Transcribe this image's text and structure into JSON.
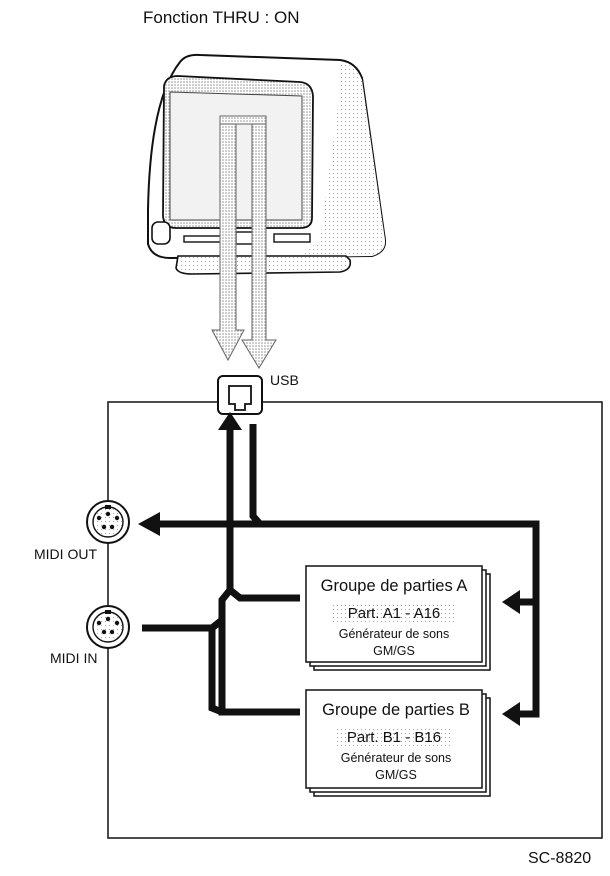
{
  "title": "Fonction THRU : ON",
  "usb_label": "USB",
  "midi_out_label": "MIDI OUT",
  "midi_in_label": "MIDI IN",
  "model_label": "SC-8820",
  "group_a": {
    "title": "Groupe de parties A",
    "parts": "Part. A1 - A16",
    "generator": "Générateur de sons",
    "format": "GM/GS"
  },
  "group_b": {
    "title": "Groupe de parties B",
    "parts": "Part. B1 - B16",
    "generator": "Générateur de sons",
    "format": "GM/GS"
  },
  "icons": {
    "computer": "computer-monitor-icon",
    "usb_port": "usb-port-icon",
    "midi_out_port": "midi-din-connector-icon",
    "midi_in_port": "midi-din-connector-icon"
  },
  "colors": {
    "line": "#111111",
    "stipple": "#9a9a9a"
  }
}
